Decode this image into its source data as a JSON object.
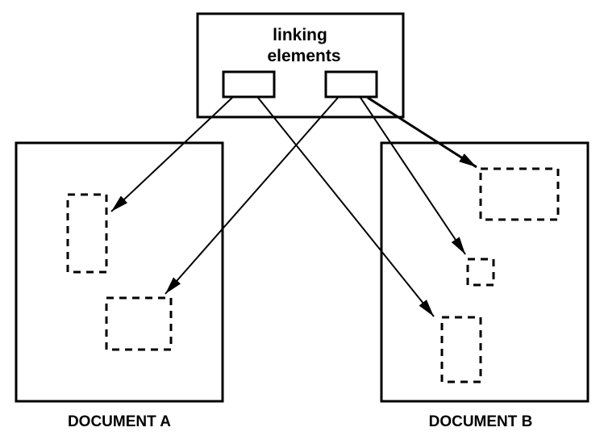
{
  "diagram": {
    "linking_box": {
      "title_line1": "linking",
      "title_line2": "elements"
    },
    "documents": [
      {
        "id": "A",
        "label": "DOCUMENT A",
        "targets": 2
      },
      {
        "id": "B",
        "label": "DOCUMENT B",
        "targets": 3
      }
    ],
    "links": [
      {
        "from": "linking-element-1",
        "to": "document-a-target-1"
      },
      {
        "from": "linking-element-1",
        "to": "document-b-target-3"
      },
      {
        "from": "linking-element-2",
        "to": "document-a-target-2"
      },
      {
        "from": "linking-element-2",
        "to": "document-b-target-1"
      },
      {
        "from": "linking-element-2",
        "to": "document-b-target-2"
      }
    ],
    "colors": {
      "stroke": "#000000",
      "background": "#ffffff"
    }
  }
}
